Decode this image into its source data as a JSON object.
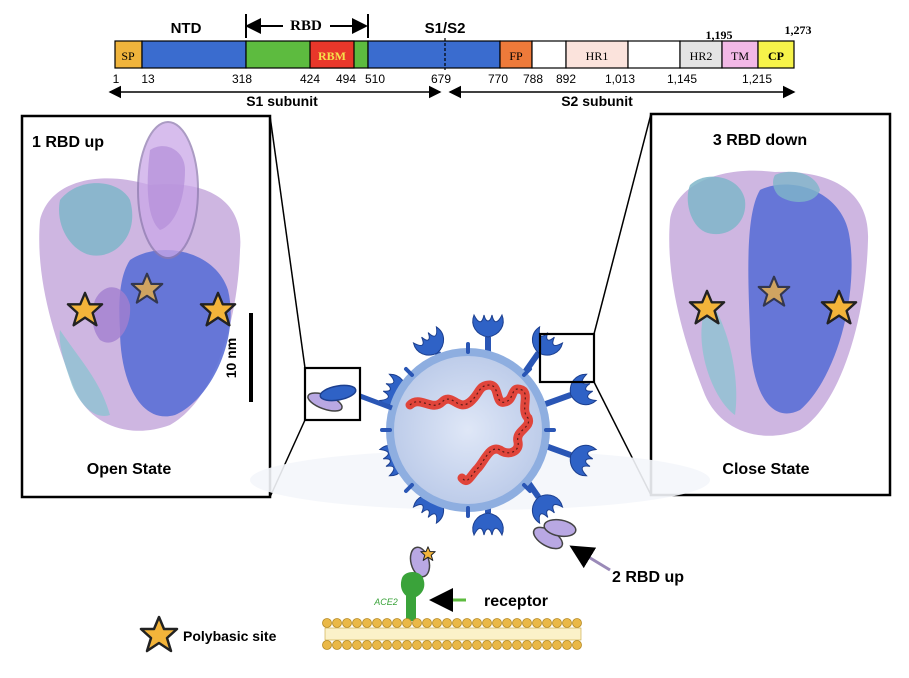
{
  "domain_bar": {
    "top_labels": {
      "ntd": "NTD",
      "rbd": "RBD",
      "s1s2": "S1/S2"
    },
    "segments": {
      "sp": "SP",
      "rbm": "RBM",
      "fp": "FP",
      "hr1": "HR1",
      "hr2": "HR2",
      "tm": "TM",
      "cp": "CP"
    },
    "upper_positions": {
      "p1195": "1,195",
      "p1273": "1,273"
    },
    "positions": {
      "p1": "1",
      "p13": "13",
      "p318": "318",
      "p424": "424",
      "p494": "494",
      "p510": "510",
      "p679": "679",
      "p770": "770",
      "p788": "788",
      "p892": "892",
      "p1013": "1,013",
      "p1145": "1,145",
      "p1215": "1,215"
    },
    "subunits": {
      "s1": "S1 subunit",
      "s2": "S2 subunit"
    }
  },
  "left_panel": {
    "title": "1 RBD up",
    "caption": "Open State",
    "scale": "10 nm"
  },
  "right_panel": {
    "title": "3 RBD down",
    "caption": "Close State"
  },
  "virus": {
    "receptor_label": "ACE2",
    "receptor_text": "receptor",
    "rbd_up_label": "2 RBD up"
  },
  "legend": {
    "label": "Polybasic site"
  },
  "colors": {
    "ntd_blue": "#3a6ccf",
    "rbd_green": "#5dbb3f",
    "rbm_red": "#e8372a",
    "sp_orange": "#f0b43c",
    "fp_orange": "#ee7a3a",
    "hr1_pink": "#fbe3dc",
    "tm_pink": "#f2b8e6",
    "cp_yellow": "#f6f34a",
    "virus_fill": "#cfdaf0",
    "virus_ring": "#8eaee0",
    "rna_red": "#e0453b",
    "ace2_green": "#3aa33a",
    "star_gold": "#f3b43a"
  }
}
